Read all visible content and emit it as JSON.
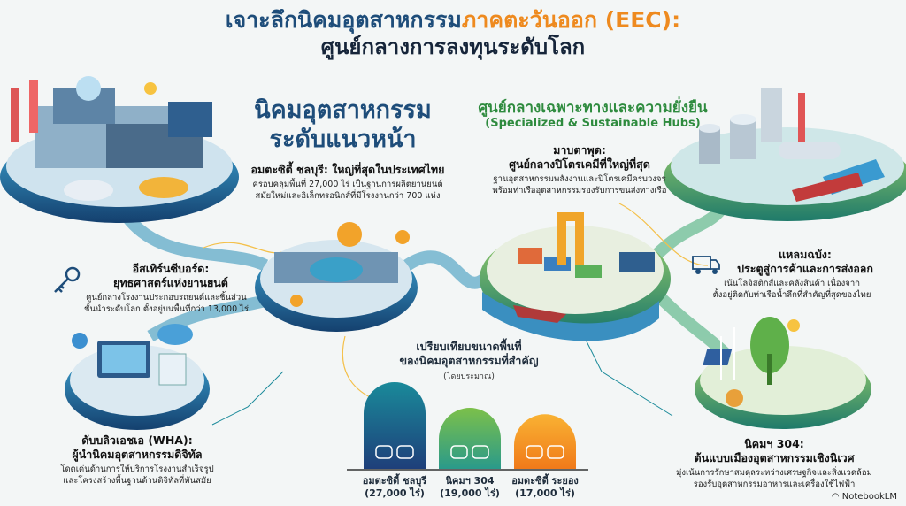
{
  "title": {
    "line1_part1": "เจาะลึกนิคมอุตสาหกรรม",
    "line1_part2": "ภาคตะวันออก (EEC):",
    "line2": "ศูนย์กลางการลงทุนระดับโลก"
  },
  "left_section": {
    "heading_line1": "นิคมอุตสาหกรรม",
    "heading_line2": "ระดับแนวหน้า"
  },
  "amata_chonburi": {
    "title": "อมตะซิตี้ ชลบุรี: ใหญ่ที่สุดในประเทศไทย",
    "desc_line1": "ครอบคลุมพื้นที่ 27,000 ไร่ เป็นฐานการผลิตยานยนต์",
    "desc_line2": "สมัยใหม่และอิเล็กทรอนิกส์ที่มีโรงงานกว่า 700 แห่ง"
  },
  "eastern_seaboard": {
    "title_line1": "อีสเทิร์นซีบอร์ด:",
    "title_line2": "ยุทธศาสตร์แห่งยานยนต์",
    "desc_line1": "ศูนย์กลางโรงงานประกอบรถยนต์และชิ้นส่วน",
    "desc_line2": "ชั้นนำระดับโลก ตั้งอยู่บนพื้นที่กว่า 13,000 ไร่",
    "icon": "key-icon"
  },
  "wha": {
    "title_line1": "ดับบลิวเอชเอ (WHA):",
    "title_line2": "ผู้นำนิคมอุตสาหกรรมดิจิทัล",
    "desc_line1": "โดดเด่นด้านการให้บริการโรงงานสำเร็จรูป",
    "desc_line2": "และโครงสร้างพื้นฐานด้านดิจิทัลที่ทันสมัย"
  },
  "right_section": {
    "heading": "ศูนย์กลางเฉพาะทางและความยั่งยืน",
    "heading_en": "(Specialized & Sustainable Hubs)"
  },
  "map_ta_phut": {
    "title_line1": "มาบตาพุด:",
    "title_line2": "ศูนย์กลางปิโตรเคมีที่ใหญ่ที่สุด",
    "desc_line1": "ฐานอุตสาหกรรมพลังงานและปิโตรเคมีครบวงจร",
    "desc_line2": "พร้อมท่าเรืออุตสาหกรรมรองรับการขนส่งทางเรือ"
  },
  "laem_chabang": {
    "title_line1": "แหลมฉบัง:",
    "title_line2": "ประตูสู่การค้าและการส่งออก",
    "desc_line1": "เน้นโลจิสติกส์และคลังสินค้า เนื่องจาก",
    "desc_line2": "ตั้งอยู่ติดกับท่าเรือน้ำลึกที่สำคัญที่สุดของไทย",
    "icon": "container-truck-icon"
  },
  "nikom_304": {
    "title_line1": "นิคมฯ 304:",
    "title_line2": "ต้นแบบเมืองอุตสาหกรรมเชิงนิเวศ",
    "desc_line1": "มุ่งเน้นการรักษาสมดุลระหว่างเศรษฐกิจและสิ่งแวดล้อม",
    "desc_line2": "รองรับอุตสาหกรรมอาหารและเครื่องใช้ไฟฟ้า"
  },
  "chart_data": {
    "type": "bar",
    "title_line1": "เปรียบเทียบขนาดพื้นที่",
    "title_line2": "ของนิคมอุตสาหกรรมที่สำคัญ",
    "note": "(โดยประมาณ)",
    "categories": [
      "อมตะซิตี้ ชลบุรี",
      "นิคมฯ 304",
      "อมตะซิตี้ ระยอง"
    ],
    "value_labels": [
      "(27,000 ไร่)",
      "(19,000 ไร่)",
      "(17,000 ไร่)"
    ],
    "values": [
      27000,
      19000,
      17000
    ],
    "unit": "ไร่",
    "ylim": [
      0,
      30000
    ],
    "colors": [
      [
        "#1a8a9a",
        "#1e3f7a"
      ],
      [
        "#7cc04a",
        "#2a9a8a"
      ],
      [
        "#f9b233",
        "#f07a1a"
      ]
    ],
    "icons": [
      [
        "car-icon",
        "chip-icon"
      ],
      [
        "plant-hand-icon",
        "dining-icon"
      ],
      [
        "factory-icon",
        "flask-icon"
      ]
    ]
  },
  "branding": {
    "label": "NotebookLM"
  },
  "colors": {
    "blue": "#1e4d7a",
    "orange": "#ee8a1f",
    "green": "#2e8b3e"
  }
}
